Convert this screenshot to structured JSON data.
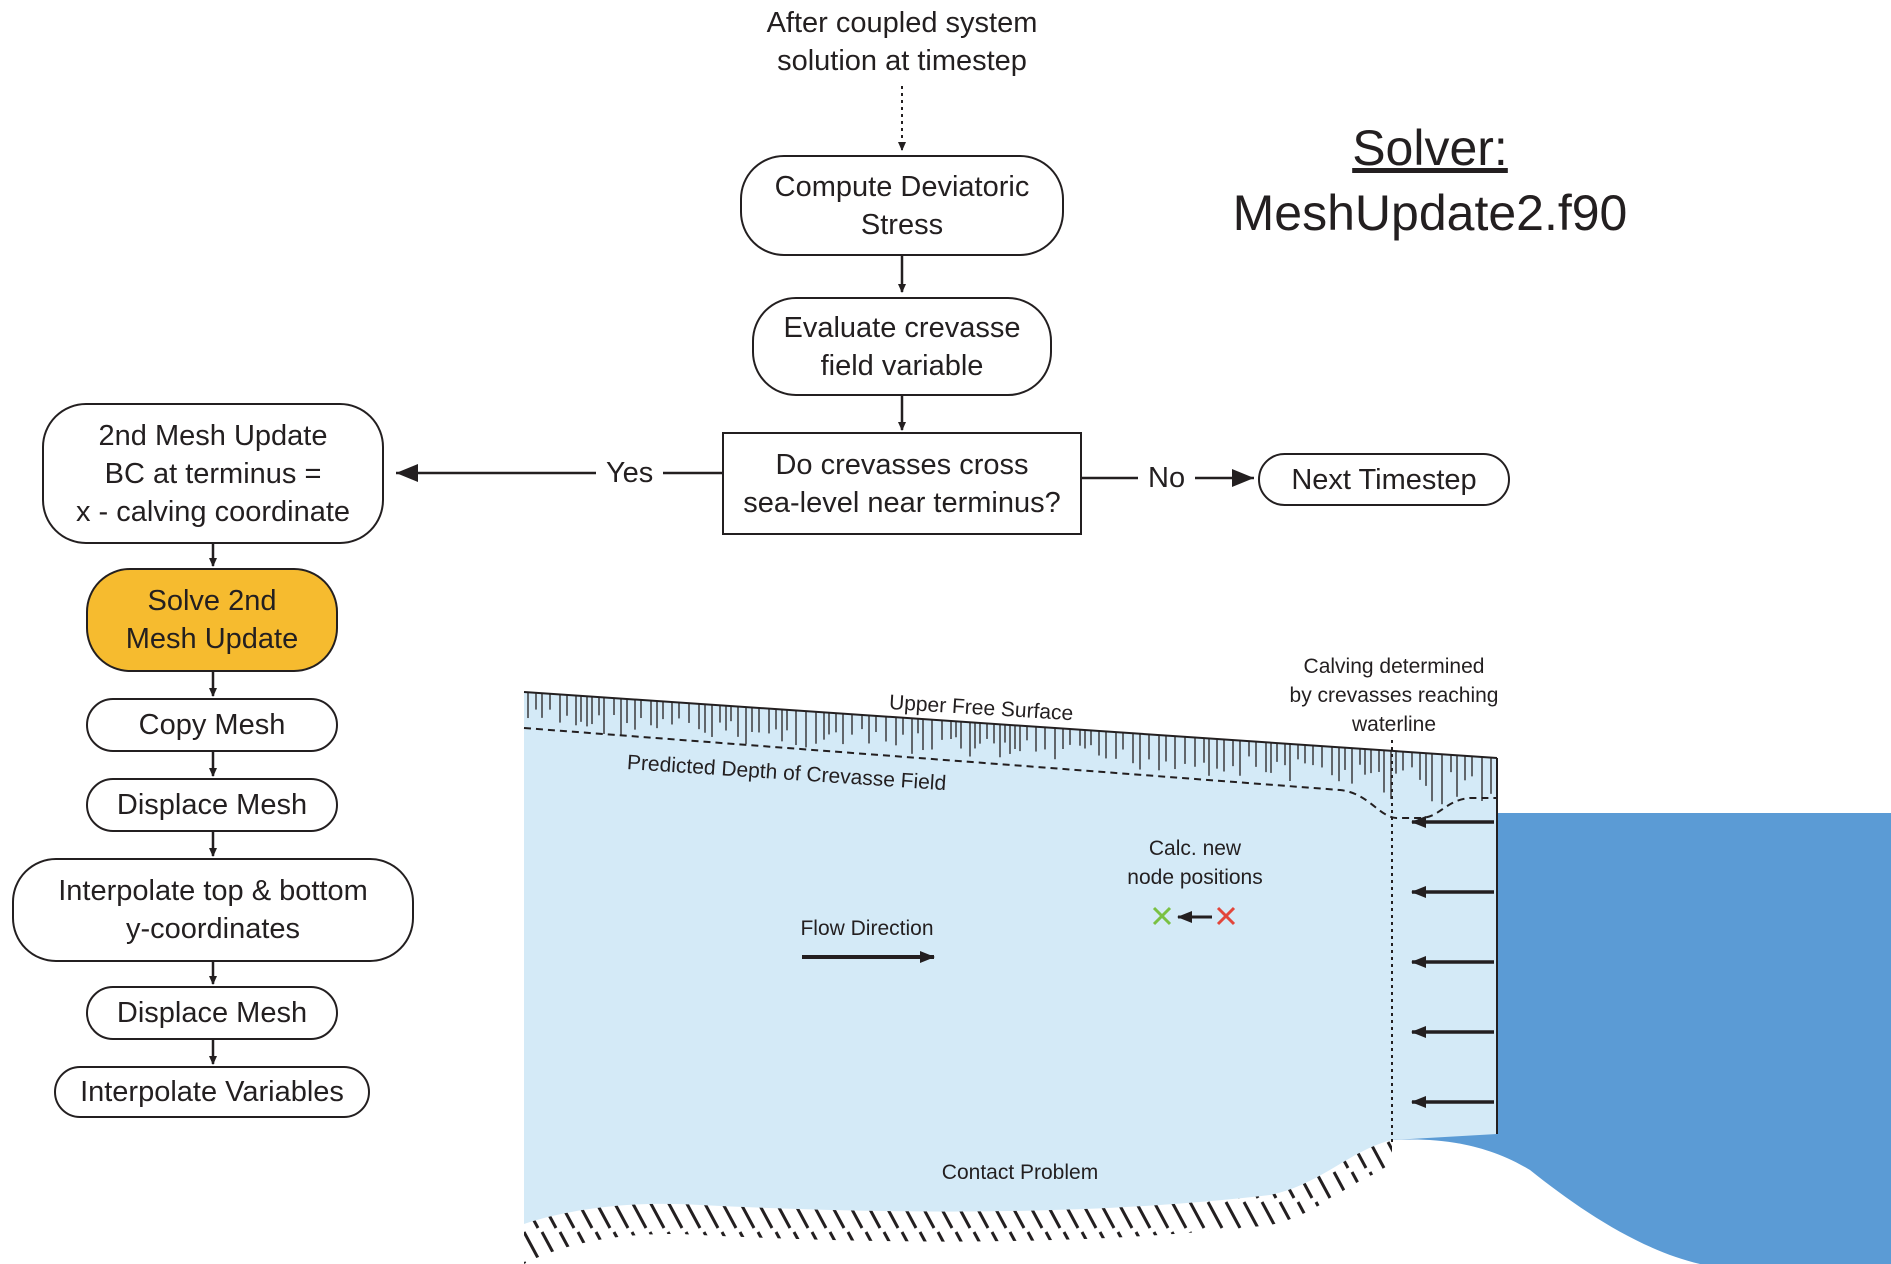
{
  "solver": {
    "heading": "Solver:",
    "file": "MeshUpdate2.f90"
  },
  "flow": {
    "start": "After coupled system\nsolution at timestep",
    "compute": "Compute Deviatoric\nStress",
    "evaluate": "Evaluate crevasse\nfield variable",
    "decision": "Do crevasses cross\nsea-level near terminus?",
    "yes": "Yes",
    "no": "No",
    "next": "Next Timestep",
    "mesh2": "2nd Mesh Update\nBC at terminus =\nx - calving coordinate",
    "solve": "Solve 2nd\nMesh Update",
    "copy": "Copy Mesh",
    "displace1": "Displace Mesh",
    "interp_y": "Interpolate top & bottom\ny-coordinates",
    "displace2": "Displace Mesh",
    "interp_vars": "Interpolate Variables"
  },
  "diagram": {
    "upper_surface": "Upper Free Surface",
    "crevasse_depth": "Predicted Depth of Crevasse Field",
    "calving": "Calving determined\nby crevasses reaching\nwaterline",
    "calc_new": "Calc. new\nnode positions",
    "flow_direction": "Flow Direction",
    "contact": "Contact Problem"
  },
  "colors": {
    "highlight": "#f6bb2f",
    "ice": "#d4eaf7",
    "water": "#5b9bd5",
    "green_mark": "#7ac142",
    "red_mark": "#e2463b"
  }
}
